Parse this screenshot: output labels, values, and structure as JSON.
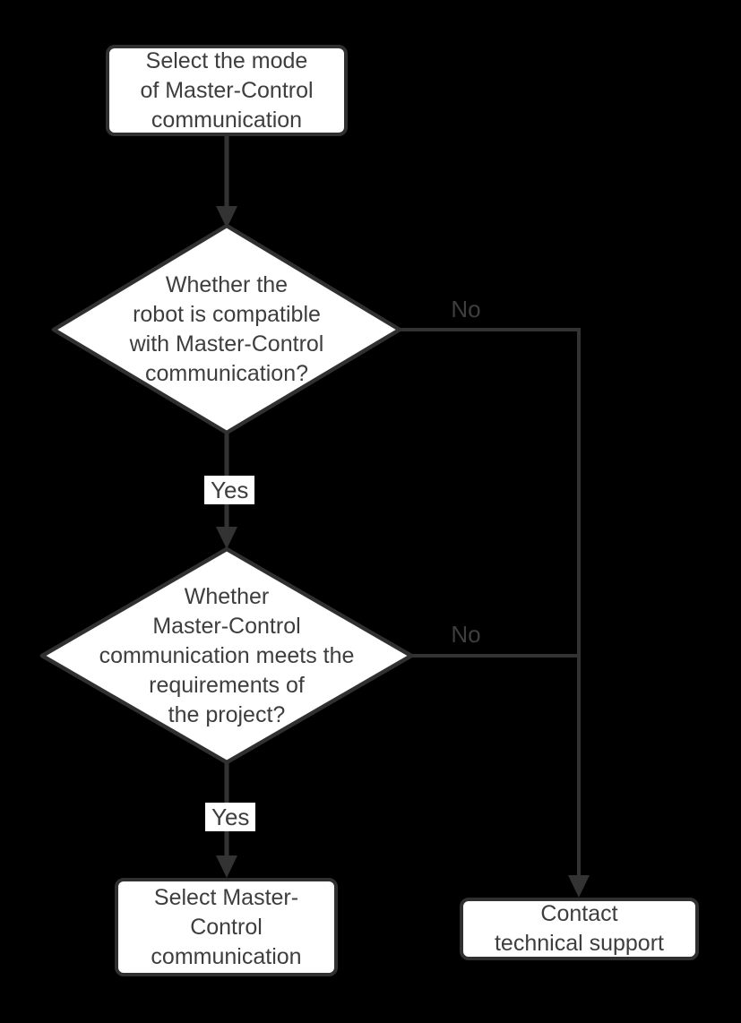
{
  "colors": {
    "background": "#000000",
    "node_fill": "#ffffff",
    "line": "#333333",
    "text": "#3e3e3e"
  },
  "nodes": {
    "start": {
      "label": "Select the mode\nof Master-Control\ncommunication"
    },
    "decision_compatible": {
      "label": "Whether the\nrobot is compatible\nwith Master-Control\ncommunication?"
    },
    "decision_requirements": {
      "label": "Whether\nMaster-Control\ncommunication meets the\nrequirements of\nthe project?"
    },
    "select_master_control": {
      "label": "Select Master-\nControl\ncommunication"
    },
    "contact_support": {
      "label": "Contact\ntechnical support"
    }
  },
  "edge_labels": {
    "compatible_no": "No",
    "compatible_yes": "Yes",
    "requirements_no": "No",
    "requirements_yes": "Yes"
  }
}
